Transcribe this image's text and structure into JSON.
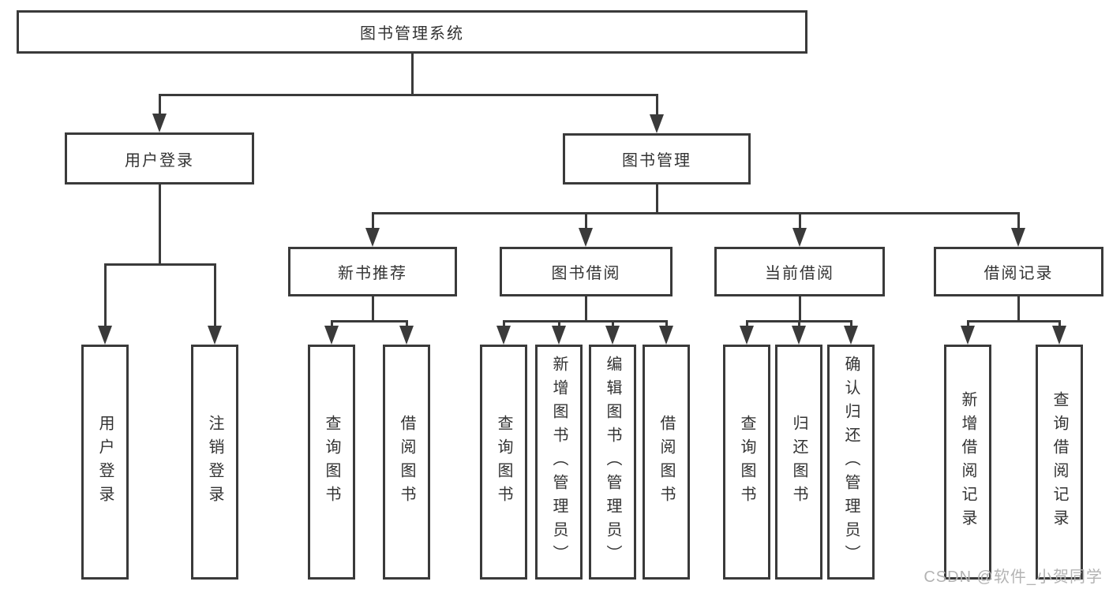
{
  "tree": {
    "label": "图书管理系统",
    "children": [
      {
        "label": "用户登录",
        "children": [
          {
            "label": "用户登录"
          },
          {
            "label": "注销登录"
          }
        ]
      },
      {
        "label": "图书管理",
        "children": [
          {
            "label": "新书推荐",
            "children": [
              {
                "label": "查询图书"
              },
              {
                "label": "借阅图书"
              }
            ]
          },
          {
            "label": "图书借阅",
            "children": [
              {
                "label": "查询图书"
              },
              {
                "label": "新增图书（管理员）"
              },
              {
                "label": "编辑图书（管理员）"
              },
              {
                "label": "借阅图书"
              }
            ]
          },
          {
            "label": "当前借阅",
            "children": [
              {
                "label": "查询图书"
              },
              {
                "label": "归还图书"
              },
              {
                "label": "确认归还（管理员）"
              }
            ]
          },
          {
            "label": "借阅记录",
            "children": [
              {
                "label": "新增借阅记录"
              },
              {
                "label": "查询借阅记录"
              }
            ]
          }
        ]
      }
    ]
  },
  "watermark": "CSDN @软件_小贺同学",
  "colors": {
    "line": "#3a3a3a",
    "box_border": "#3a3a3a",
    "text": "#333333",
    "background": "#ffffff",
    "watermark": "#b3b3b3"
  }
}
